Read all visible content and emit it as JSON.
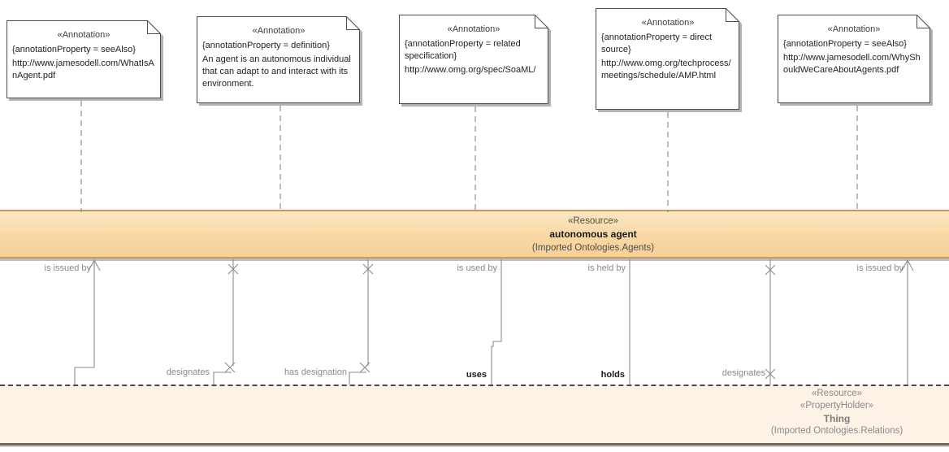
{
  "colors": {
    "resource_fill": "#F9D8A4",
    "resource_border": "#C8995C",
    "thing_fill": "#FCF2E6",
    "note_fill": "#FFFFFF",
    "note_border": "#4D4D4D",
    "connector_gray": "#8C8C8C",
    "edge_label_gray": "#8A8A8A",
    "bold_label": "#1A1A1A"
  },
  "annotations": [
    {
      "stereotype": "«Annotation»",
      "property": "{annotationProperty = seeAlso}",
      "body": "http://www.jamesodell.com/WhatIsAnAgent.pdf"
    },
    {
      "stereotype": "«Annotation»",
      "property": "{annotationProperty = definition}",
      "body": "An agent is an autonomous individual that can adapt to and interact with its environment."
    },
    {
      "stereotype": "«Annotation»",
      "property": "{annotationProperty = related specification}",
      "body": "http://www.omg.org/spec/SoaML/"
    },
    {
      "stereotype": "«Annotation»",
      "property": "{annotationProperty = direct source}",
      "body": "http://www.omg.org/techprocess/meetings/schedule/AMP.html"
    },
    {
      "stereotype": "«Annotation»",
      "property": "{annotationProperty = seeAlso}",
      "body": "http://www.jamesodell.com/WhyShouldWeCareAboutAgents.pdf"
    }
  ],
  "agent": {
    "stereotype": "«Resource»",
    "name": "autonomous agent",
    "package": "(Imported Ontologies.Agents)"
  },
  "thing": {
    "stereotype1": "«Resource»",
    "stereotype2": "«PropertyHolder»",
    "name": "Thing",
    "package": "(Imported Ontologies.Relations)"
  },
  "edge_labels": {
    "is_issued_by_left": "is issued by",
    "is_used_by": "is used by",
    "is_held_by": "is held by",
    "is_issued_by_right": "is issued by",
    "designates_left": "designates",
    "has_designation": "has designation",
    "uses": "uses",
    "holds": "holds",
    "designates_right": "designates"
  }
}
